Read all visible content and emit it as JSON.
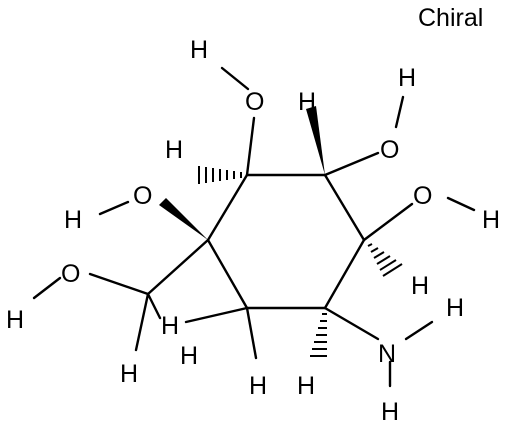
{
  "chiral_label": "Chiral",
  "atoms": {
    "h_top_o1": "H",
    "o1": "O",
    "h_top_o2": "H",
    "h_top_c2": "H",
    "o2": "O",
    "h_c1": "H",
    "o_c6": "O",
    "h_o_c6": "H",
    "o3": "O",
    "h_o3": "H",
    "o_ch2": "O",
    "h_o_ch2": "H",
    "h_ch2_a": "H",
    "h_ch2_b": "H",
    "h_c5a": "H",
    "h_c5b": "H",
    "h_c3": "H",
    "n": "N",
    "h_n1": "H",
    "h_n2": "H",
    "h_c4": "H"
  }
}
